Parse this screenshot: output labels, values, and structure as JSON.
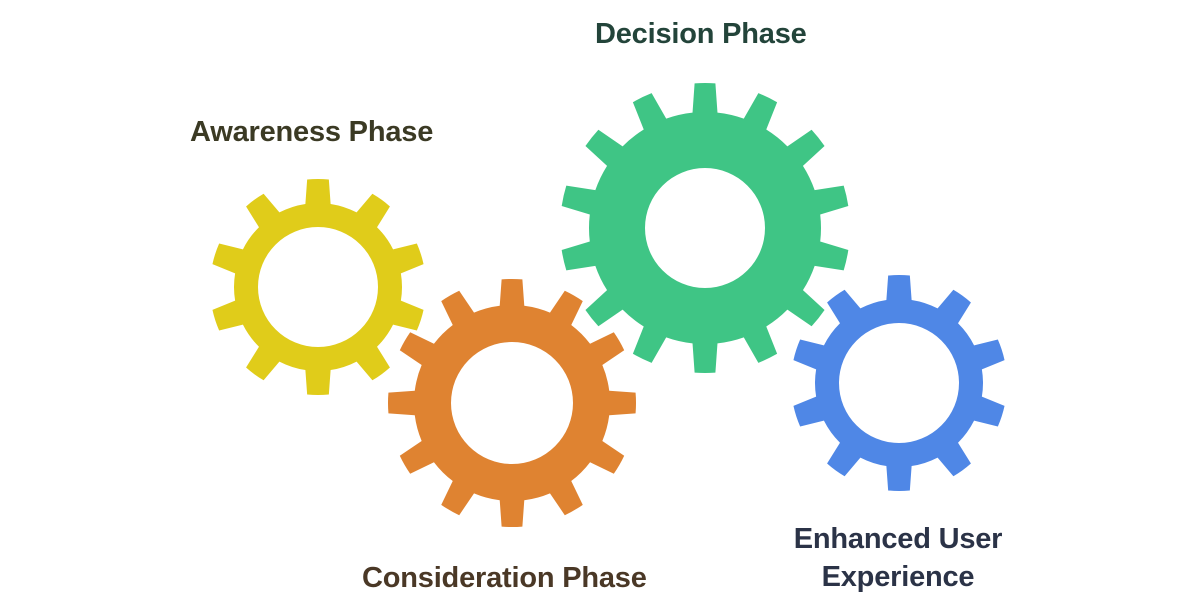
{
  "diagram": {
    "gears": [
      {
        "id": "awareness",
        "label": "Awareness Phase",
        "color": "#E0CC1A",
        "icon": "gear-icon"
      },
      {
        "id": "consideration",
        "label": "Consideration Phase",
        "color": "#DF8331",
        "icon": "gear-icon"
      },
      {
        "id": "decision",
        "label": "Decision Phase",
        "color": "#3FC585",
        "icon": "gear-icon"
      },
      {
        "id": "enhanced",
        "label_line1": "Enhanced User",
        "label_line2": "Experience",
        "color": "#4F87E6",
        "icon": "gear-icon"
      }
    ]
  }
}
